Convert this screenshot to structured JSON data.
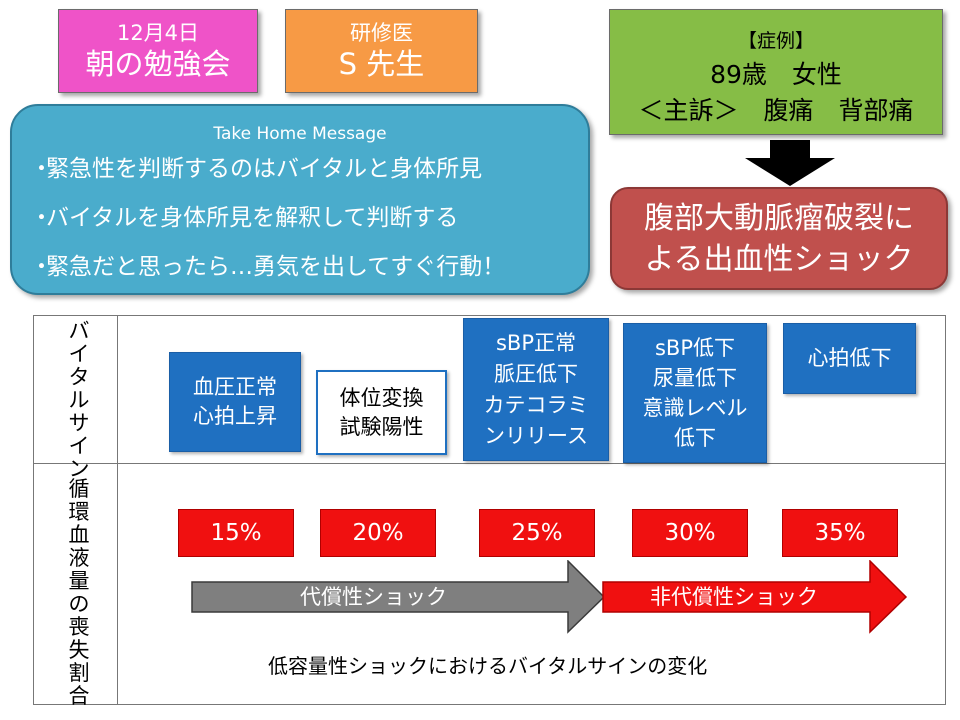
{
  "header": {
    "date": "12月4日",
    "session": "朝の勉強会",
    "role": "研修医",
    "presenter": "S 先生"
  },
  "take_home": {
    "title": "Take Home Message",
    "bullet": "・",
    "messages": [
      "緊急性を判断するのはバイタルと身体所見",
      "バイタルを身体所見を解釈して判断する",
      "緊急だと思ったら…勇気を出してすぐ行動！"
    ]
  },
  "case": {
    "label": "【症例】",
    "patient": "89歳　女性",
    "complaint": "＜主訴＞　腹痛　背部痛"
  },
  "diagnosis": {
    "line1": "腹部大動脈瘤破裂に",
    "line2": "よる出血性ショック"
  },
  "table": {
    "row1_header": "バイタルサイン",
    "row2_header": "循環血液量の喪失割合",
    "vital_boxes": [
      {
        "lines": [
          "血圧正常",
          "心拍上昇"
        ]
      },
      {
        "lines": [
          "体位変換",
          "試験陽性"
        ]
      },
      {
        "lines": [
          "sBP正常",
          "脈圧低下",
          "カテコラミ",
          "ンリリース"
        ]
      },
      {
        "lines": [
          "sBP低下",
          "尿量低下",
          "意識レベル",
          "低下"
        ]
      },
      {
        "lines": [
          "心拍低下"
        ]
      }
    ],
    "percentages": [
      "15%",
      "20%",
      "25%",
      "30%",
      "35%"
    ],
    "compensated_label": "代償性ショック",
    "decompensated_label": "非代償性ショック",
    "caption": "低容量性ショックにおけるバイタルサインの変化"
  },
  "colors": {
    "date_tag": "#ef53c8",
    "role_tag": "#f79a45",
    "take_home": "#4aaccc",
    "case": "#86bd46",
    "diagnosis": "#c0504d",
    "vital_box": "#1f70c1",
    "percent_box": "#f01010",
    "compensated_arrow": "#7f7f7f",
    "decompensated_arrow": "#f01010"
  }
}
